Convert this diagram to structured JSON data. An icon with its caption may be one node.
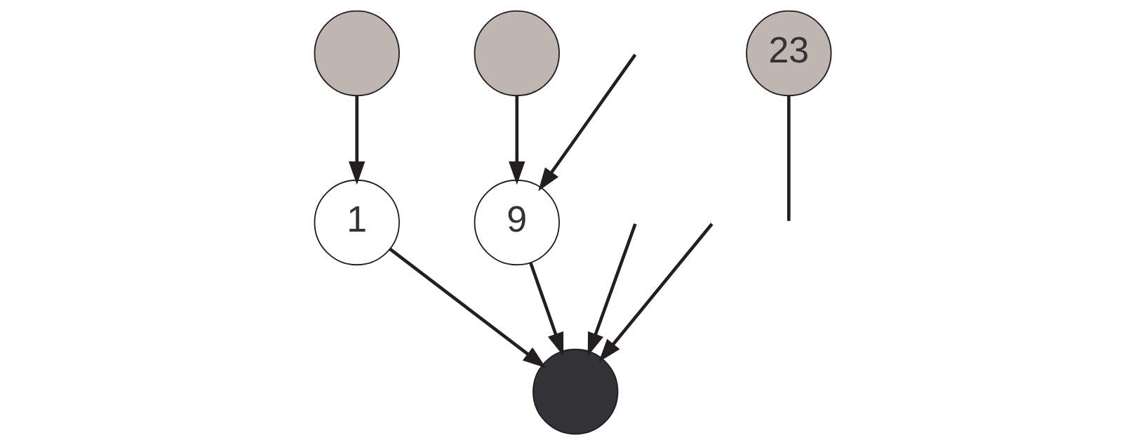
{
  "diagram": {
    "nodes": [
      {
        "text": [],
        "shape": "circle"
      },
      {
        "text": [],
        "shape": "circle"
      },
      {
        "text": [
          "1"
        ]
      },
      {
        "text": [
          "9"
        ]
      },
      {
        "text": [
          "23"
        ]
      },
      {
        "text": [],
        "shape": "circle"
      }
    ],
    "edges": [
      {
        "from": 0,
        "to": 2,
        "arrow": "to"
      },
      {
        "from": 1,
        "to": 3,
        "arrow": "to"
      },
      {
        "from": null,
        "to": 3,
        "arrow": "to"
      },
      {
        "from": 2,
        "to": 5,
        "arrow": "to"
      },
      {
        "from": 3,
        "to": 5,
        "arrow": "to"
      },
      {
        "from": 4,
        "to": null,
        "arrow": "none"
      },
      {
        "from": null,
        "to": 5,
        "arrow": "to"
      },
      {
        "from": null,
        "to": 5,
        "arrow": "to"
      }
    ]
  }
}
